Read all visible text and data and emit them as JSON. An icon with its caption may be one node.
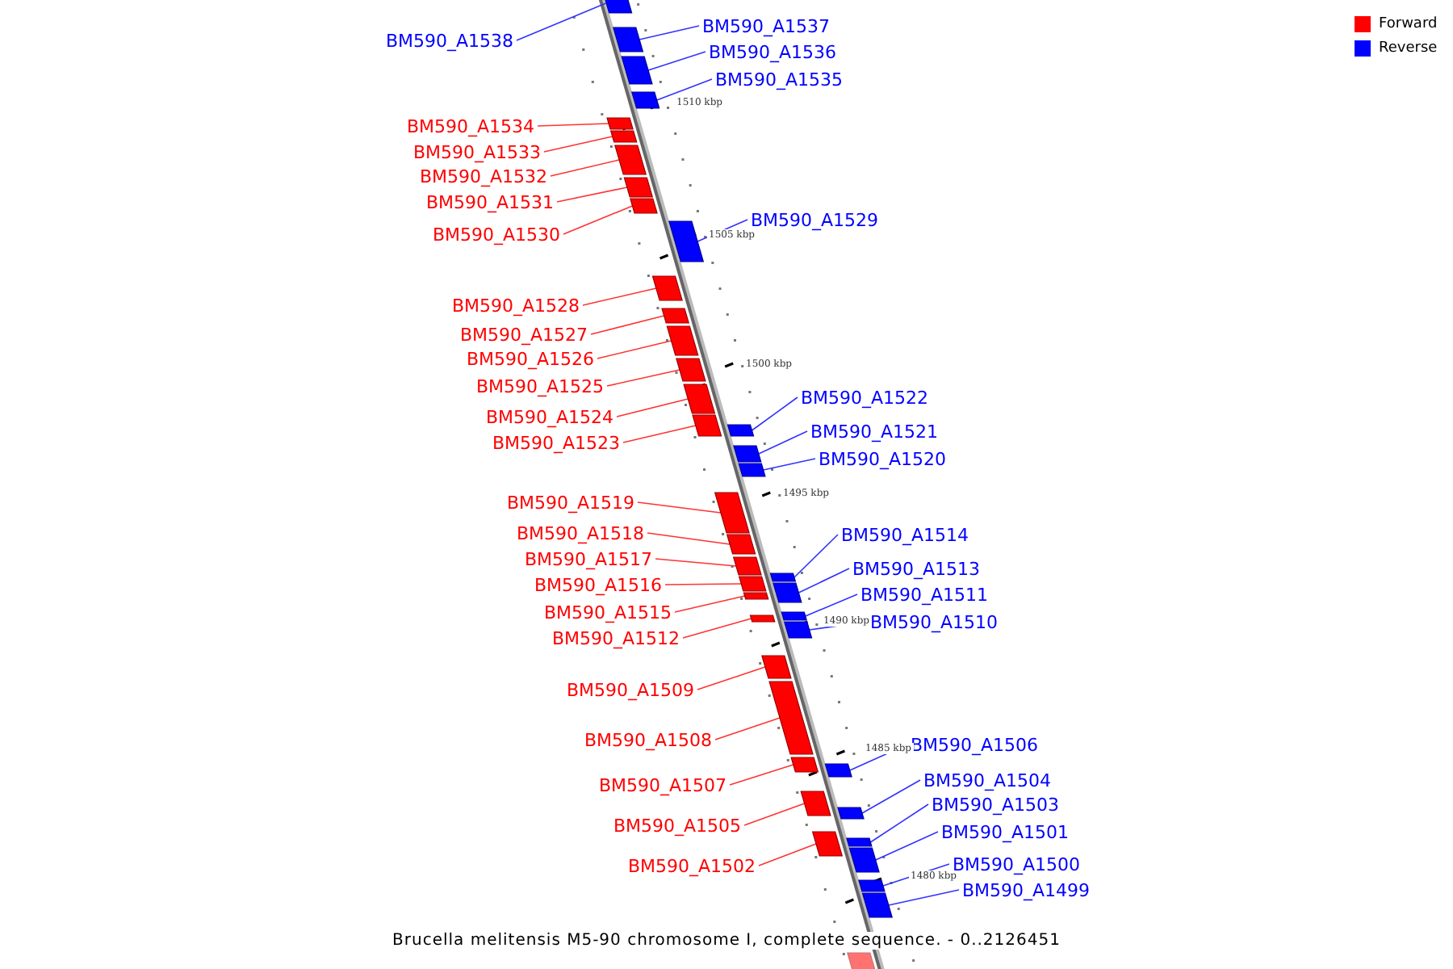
{
  "diagram": {
    "caption": "Brucella melitensis M5-90 chromosome I, complete sequence. - 0..2126451",
    "nodes": [
      {
        "text": [
          "BM590_A1538"
        ]
      },
      {
        "text": [],
        "shape": "bar"
      },
      {
        "text": [
          "BM590_A1537"
        ]
      },
      {
        "text": [],
        "shape": "bar"
      },
      {
        "text": [
          "BM590_A1536"
        ]
      },
      {
        "text": [],
        "shape": "bar"
      },
      {
        "text": [
          "BM590_A1535"
        ]
      },
      {
        "text": [],
        "shape": "bar"
      },
      {
        "text": [
          "BM590_A1534"
        ]
      },
      {
        "text": [],
        "shape": "bar"
      },
      {
        "text": [
          "BM590_A1533"
        ]
      },
      {
        "text": [],
        "shape": "bar"
      },
      {
        "text": [
          "BM590_A1532"
        ]
      },
      {
        "text": [],
        "shape": "bar"
      },
      {
        "text": [
          "BM590_A1531"
        ]
      },
      {
        "text": [],
        "shape": "bar"
      },
      {
        "text": [
          "BM590_A1529"
        ]
      },
      {
        "text": [],
        "shape": "bar"
      },
      {
        "text": [
          "BM590_A1530"
        ]
      },
      {
        "text": [],
        "shape": "bar"
      },
      {
        "text": [
          "BM590_A1528"
        ]
      },
      {
        "text": [],
        "shape": "bar"
      },
      {
        "text": [
          "BM590_A1527"
        ]
      },
      {
        "text": [],
        "shape": "bar"
      },
      {
        "text": [
          "BM590_A1526"
        ]
      },
      {
        "text": [],
        "shape": "bar"
      },
      {
        "text": [
          "BM590_A1525"
        ]
      },
      {
        "text": [],
        "shape": "bar"
      },
      {
        "text": [
          "BM590_A1522"
        ]
      },
      {
        "text": [],
        "shape": "bar"
      },
      {
        "text": [
          "BM590_A1524"
        ]
      },
      {
        "text": [],
        "shape": "bar"
      },
      {
        "text": [
          "BM590_A1521"
        ]
      },
      {
        "text": [],
        "shape": "bar"
      },
      {
        "text": [
          "BM590_A1523"
        ]
      },
      {
        "text": [],
        "shape": "bar"
      },
      {
        "text": [
          "BM590_A1520"
        ]
      },
      {
        "text": [],
        "shape": "bar"
      },
      {
        "text": [
          "BM590_A1519"
        ]
      },
      {
        "text": [],
        "shape": "bar"
      },
      {
        "text": [
          "BM590_A1518"
        ]
      },
      {
        "text": [],
        "shape": "bar"
      },
      {
        "text": [
          "BM590_A1514"
        ]
      },
      {
        "text": [],
        "shape": "bar"
      },
      {
        "text": [
          "BM590_A1517"
        ]
      },
      {
        "text": [],
        "shape": "bar"
      },
      {
        "text": [
          "BM590_A1513"
        ]
      },
      {
        "text": [],
        "shape": "bar"
      },
      {
        "text": [
          "BM590_A1516"
        ]
      },
      {
        "text": [],
        "shape": "bar"
      },
      {
        "text": [
          "BM590_A1511"
        ]
      },
      {
        "text": [],
        "shape": "bar"
      },
      {
        "text": [
          "BM590_A1515"
        ]
      },
      {
        "text": [],
        "shape": "bar"
      },
      {
        "text": [
          "BM590_A1510"
        ]
      },
      {
        "text": [],
        "shape": "bar"
      },
      {
        "text": [
          "BM590_A1512"
        ]
      },
      {
        "text": [],
        "shape": "bar"
      },
      {
        "text": [
          "BM590_A1509"
        ]
      },
      {
        "text": [],
        "shape": "bar"
      },
      {
        "text": [
          "BM590_A1508"
        ]
      },
      {
        "text": [],
        "shape": "bar"
      },
      {
        "text": [
          "BM590_A1506"
        ]
      },
      {
        "text": [],
        "shape": "bar"
      },
      {
        "text": [
          "BM590_A1504"
        ]
      },
      {
        "text": [],
        "shape": "bar"
      },
      {
        "text": [
          "BM590_A1507"
        ]
      },
      {
        "text": [],
        "shape": "bar"
      },
      {
        "text": [
          "BM590_A1503"
        ]
      },
      {
        "text": [],
        "shape": "bar"
      },
      {
        "text": [
          "BM590_A1505"
        ]
      },
      {
        "text": [],
        "shape": "bar"
      },
      {
        "text": [
          "BM590_A1501"
        ]
      },
      {
        "text": [],
        "shape": "bar"
      },
      {
        "text": [
          "BM590_A1500"
        ]
      },
      {
        "text": [],
        "shape": "bar"
      },
      {
        "text": [
          "BM590_A1502"
        ]
      },
      {
        "text": [],
        "shape": "bar"
      },
      {
        "text": [
          "BM590_A1499"
        ]
      },
      {
        "text": [],
        "shape": "bar"
      },
      {
        "text": [],
        "shape": "bar"
      }
    ],
    "edges": [
      {
        "from": 0,
        "to": 1,
        "arrow": "none",
        "color": "#3333ff"
      },
      {
        "from": 2,
        "to": 3,
        "arrow": "none",
        "color": "#3333ff"
      },
      {
        "from": 4,
        "to": 5,
        "arrow": "none",
        "color": "#3333ff"
      },
      {
        "from": 6,
        "to": 7,
        "arrow": "none",
        "color": "#3333ff"
      },
      {
        "from": 8,
        "to": 9,
        "arrow": "none"
      },
      {
        "from": 10,
        "to": 11,
        "arrow": "none"
      },
      {
        "from": 12,
        "to": 13,
        "arrow": "none"
      },
      {
        "from": 14,
        "to": 15,
        "arrow": "none"
      },
      {
        "from": 16,
        "to": 17,
        "arrow": "none",
        "color": "#3333ff"
      },
      {
        "from": 18,
        "to": 19,
        "arrow": "none"
      },
      {
        "from": 20,
        "to": 21,
        "arrow": "none"
      },
      {
        "from": 22,
        "to": 23,
        "arrow": "none"
      },
      {
        "from": 24,
        "to": 25,
        "arrow": "none"
      },
      {
        "from": 26,
        "to": 27,
        "arrow": "none"
      },
      {
        "from": 28,
        "to": 29,
        "arrow": "none",
        "color": "#3333ff"
      },
      {
        "from": 30,
        "to": 31,
        "arrow": "none"
      },
      {
        "from": 32,
        "to": 33,
        "arrow": "none",
        "color": "#3333ff"
      },
      {
        "from": 34,
        "to": 35,
        "arrow": "none"
      },
      {
        "from": 36,
        "to": 37,
        "arrow": "none",
        "color": "#3333ff"
      },
      {
        "from": 38,
        "to": 39,
        "arrow": "none"
      },
      {
        "from": 40,
        "to": 41,
        "arrow": "none"
      },
      {
        "from": 42,
        "to": 43,
        "arrow": "none",
        "color": "#3333ff"
      },
      {
        "from": 44,
        "to": 45,
        "arrow": "none"
      },
      {
        "from": 46,
        "to": 47,
        "arrow": "none",
        "color": "#3333ff"
      },
      {
        "from": 48,
        "to": 49,
        "arrow": "none"
      },
      {
        "from": 50,
        "to": 51,
        "arrow": "none",
        "color": "#3333ff"
      },
      {
        "from": 52,
        "to": 53,
        "arrow": "none"
      },
      {
        "from": 54,
        "to": 55,
        "arrow": "none",
        "color": "#3333ff"
      },
      {
        "from": 56,
        "to": 57,
        "arrow": "none"
      },
      {
        "from": 58,
        "to": 59,
        "arrow": "none"
      },
      {
        "from": 60,
        "to": 61,
        "arrow": "none"
      },
      {
        "from": 62,
        "to": 63,
        "arrow": "none",
        "color": "#3333ff"
      },
      {
        "from": 64,
        "to": 65,
        "arrow": "none",
        "color": "#3333ff"
      },
      {
        "from": 66,
        "to": 67,
        "arrow": "none"
      },
      {
        "from": 68,
        "to": 69,
        "arrow": "none",
        "color": "#3333ff"
      },
      {
        "from": 70,
        "to": 71,
        "arrow": "none"
      },
      {
        "from": 72,
        "to": 73,
        "arrow": "none",
        "color": "#3333ff"
      },
      {
        "from": 74,
        "to": 75,
        "arrow": "none",
        "color": "#3333ff"
      },
      {
        "from": 76,
        "to": 77,
        "arrow": "none"
      },
      {
        "from": 78,
        "to": 79,
        "arrow": "none",
        "color": "#3333ff"
      }
    ],
    "labels": [
      "1510 kbp",
      "1505 kbp",
      "1500 kbp",
      "1495 kbp",
      "1490 kbp",
      "1485 kbp",
      "1480 kbp"
    ],
    "legend": [
      {
        "text": "Forward",
        "color": "#ff0000"
      },
      {
        "text": "Reverse",
        "color": "#0000ff"
      }
    ]
  }
}
